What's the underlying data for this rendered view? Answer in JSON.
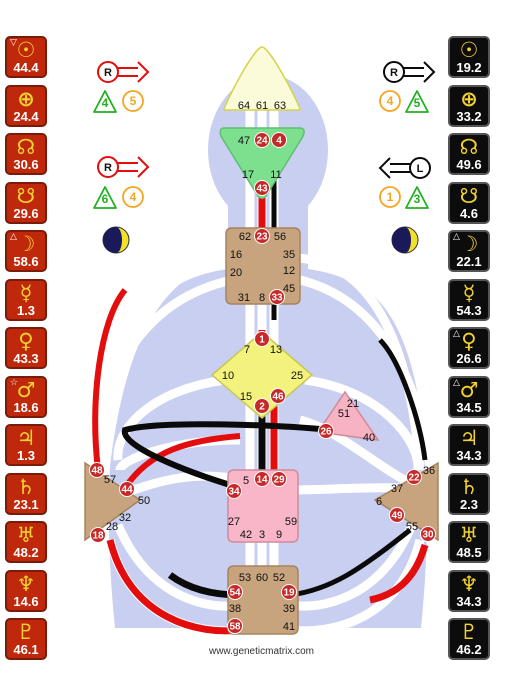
{
  "footer": {
    "watermark": "www.geneticmatrix.com"
  },
  "design_planets": [
    {
      "icon": "sun-icon",
      "glyph": "☉",
      "value": "44.4",
      "mark": "▽"
    },
    {
      "icon": "earth-icon",
      "glyph": "⊕",
      "value": "24.4",
      "mark": ""
    },
    {
      "icon": "north-node-icon",
      "glyph": "☊",
      "value": "30.6",
      "mark": ""
    },
    {
      "icon": "south-node-icon",
      "glyph": "☋",
      "value": "29.6",
      "mark": ""
    },
    {
      "icon": "moon-icon",
      "glyph": "☽",
      "value": "58.6",
      "mark": "△"
    },
    {
      "icon": "mercury-icon",
      "glyph": "☿",
      "value": "1.3",
      "mark": ""
    },
    {
      "icon": "venus-icon",
      "glyph": "♀",
      "value": "43.3",
      "mark": ""
    },
    {
      "icon": "mars-icon",
      "glyph": "♂",
      "value": "18.6",
      "mark": "☆"
    },
    {
      "icon": "jupiter-icon",
      "glyph": "♃",
      "value": "1.3",
      "mark": ""
    },
    {
      "icon": "saturn-icon",
      "glyph": "♄",
      "value": "23.1",
      "mark": ""
    },
    {
      "icon": "uranus-icon",
      "glyph": "♅",
      "value": "48.2",
      "mark": ""
    },
    {
      "icon": "neptune-icon",
      "glyph": "♆",
      "value": "14.6",
      "mark": ""
    },
    {
      "icon": "pluto-icon",
      "glyph": "♇",
      "value": "46.1",
      "mark": ""
    }
  ],
  "personality_planets": [
    {
      "icon": "sun-icon",
      "glyph": "☉",
      "value": "19.2",
      "mark": ""
    },
    {
      "icon": "earth-icon",
      "glyph": "⊕",
      "value": "33.2",
      "mark": ""
    },
    {
      "icon": "north-node-icon",
      "glyph": "☊",
      "value": "49.6",
      "mark": ""
    },
    {
      "icon": "south-node-icon",
      "glyph": "☋",
      "value": "4.6",
      "mark": ""
    },
    {
      "icon": "moon-icon",
      "glyph": "☽",
      "value": "22.1",
      "mark": "△"
    },
    {
      "icon": "mercury-icon",
      "glyph": "☿",
      "value": "54.3",
      "mark": ""
    },
    {
      "icon": "venus-icon",
      "glyph": "♀",
      "value": "26.6",
      "mark": "△"
    },
    {
      "icon": "mars-icon",
      "glyph": "♂",
      "value": "34.5",
      "mark": "△"
    },
    {
      "icon": "jupiter-icon",
      "glyph": "♃",
      "value": "34.3",
      "mark": ""
    },
    {
      "icon": "saturn-icon",
      "glyph": "♄",
      "value": "2.3",
      "mark": ""
    },
    {
      "icon": "uranus-icon",
      "glyph": "♅",
      "value": "48.5",
      "mark": ""
    },
    {
      "icon": "neptune-icon",
      "glyph": "♆",
      "value": "34.3",
      "mark": ""
    },
    {
      "icon": "pluto-icon",
      "glyph": "♇",
      "value": "46.2",
      "mark": ""
    }
  ],
  "variables": {
    "design": {
      "row1": {
        "letter": "R",
        "n1": "4",
        "n2": "5"
      },
      "row2": {
        "letter": "R",
        "n1": "6",
        "n2": "4"
      }
    },
    "personality": {
      "row1": {
        "letter": "R",
        "n1": "4",
        "n2": "5"
      },
      "row2": {
        "letter": "L",
        "n1": "1",
        "n2": "3"
      }
    }
  },
  "colors": {
    "design_red": "#e30d0d",
    "personality_black": "#0a0a0a",
    "silhouette": "#c9cff0",
    "head_center": "#fbfbda",
    "ajna_center": "#7de08f",
    "throat_center": "#c7a47d",
    "g_center": "#f2f27c",
    "heart_center": "#f7b3c3",
    "sacral_center": "#f8b6c8",
    "spleen_center": "#c7a47d",
    "solar_plexus_center": "#c7a47d",
    "root_center": "#c7a47d",
    "gate_badge": "#c72828"
  },
  "centers": {
    "head": {
      "gates": [
        "64",
        "61",
        "63"
      ]
    },
    "ajna": {
      "gates": [
        "47",
        "24",
        "4",
        "17",
        "11",
        "43"
      ]
    },
    "throat": {
      "gates": [
        "62",
        "23",
        "56",
        "16",
        "35",
        "20",
        "12",
        "31",
        "8",
        "33",
        "45"
      ]
    },
    "g": {
      "gates": [
        "1",
        "7",
        "13",
        "10",
        "25",
        "15",
        "2",
        "46"
      ]
    },
    "heart": {
      "gates": [
        "21",
        "51",
        "26",
        "40"
      ]
    },
    "sacral": {
      "gates": [
        "5",
        "14",
        "29",
        "34",
        "27",
        "59",
        "42",
        "3",
        "9"
      ]
    },
    "spleen": {
      "gates": [
        "48",
        "57",
        "44",
        "50",
        "32",
        "28",
        "18"
      ]
    },
    "solar_plexus": {
      "gates": [
        "36",
        "22",
        "37",
        "6",
        "49",
        "55",
        "30"
      ]
    },
    "root": {
      "gates": [
        "53",
        "60",
        "52",
        "54",
        "19",
        "38",
        "39",
        "58",
        "41"
      ]
    }
  },
  "active_gates": [
    "24",
    "4",
    "43",
    "23",
    "33",
    "1",
    "2",
    "46",
    "26",
    "14",
    "29",
    "34",
    "48",
    "44",
    "18",
    "22",
    "49",
    "30",
    "54",
    "19",
    "58"
  ]
}
